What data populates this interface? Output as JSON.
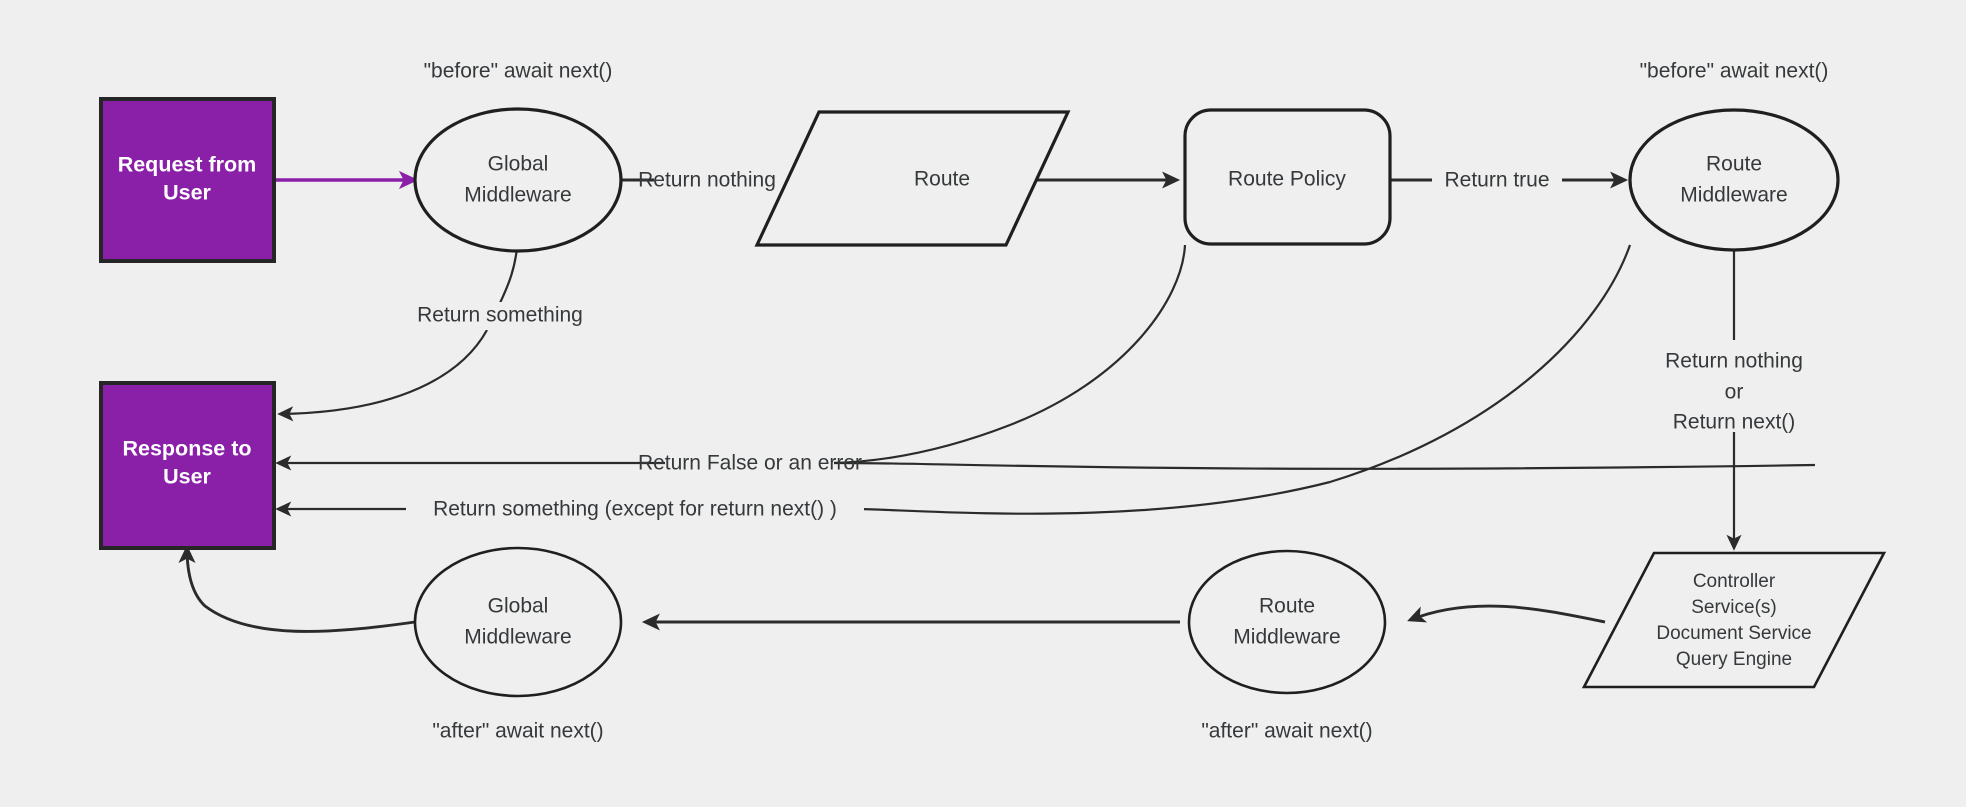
{
  "diagram": {
    "title": "Request / Response middleware lifecycle flowchart",
    "background_color": "#efefef",
    "accent_color": "#8a1fa8",
    "line_color": "#2b2b2b",
    "text_color": "#36393b"
  },
  "nodes": {
    "request": {
      "line1": "Request from",
      "line2": "User",
      "shape": "rectangle",
      "fill": "#8a1fa8"
    },
    "response": {
      "line1": "Response to",
      "line2": "User",
      "shape": "rectangle",
      "fill": "#8a1fa8"
    },
    "global_mw_top": {
      "line1": "Global",
      "line2": "Middleware",
      "shape": "ellipse"
    },
    "route": {
      "line1": "Route",
      "shape": "parallelogram"
    },
    "route_policy": {
      "line1": "Route Policy",
      "shape": "rounded-rectangle"
    },
    "route_mw_top": {
      "line1": "Route",
      "line2": "Middleware",
      "shape": "ellipse"
    },
    "controller": {
      "line1": "Controller",
      "line2": "Service(s)",
      "line3": "Document Service",
      "line4": "Query Engine",
      "shape": "parallelogram"
    },
    "route_mw_bottom": {
      "line1": "Route",
      "line2": "Middleware",
      "shape": "ellipse"
    },
    "global_mw_bottom": {
      "line1": "Global",
      "line2": "Middleware",
      "shape": "ellipse"
    }
  },
  "annotations": {
    "before_global": "\"before\" await next()",
    "before_route_mw": "\"before\" await next()",
    "after_global": "\"after\" await next()",
    "after_route_mw": "\"after\" await next()"
  },
  "edges": {
    "request_to_global": {
      "label": "",
      "color": "#8a1fa8"
    },
    "global_to_route": {
      "label": "Return nothing"
    },
    "route_to_policy": {
      "label": ""
    },
    "policy_to_route_mw": {
      "label": "Return true"
    },
    "global_to_response": {
      "label": "Return something"
    },
    "policy_to_response": {
      "label": "Return False or an error"
    },
    "route_mw_to_response": {
      "label": "Return something (except for return next() )"
    },
    "route_mw_to_controller": {
      "label_line1": "Return nothing",
      "label_line2": "or",
      "label_line3": "Return next()"
    },
    "controller_to_route_mw_bottom": {
      "label": ""
    },
    "route_mw_bottom_to_global_bottom": {
      "label": ""
    },
    "global_bottom_to_response": {
      "label": ""
    }
  }
}
